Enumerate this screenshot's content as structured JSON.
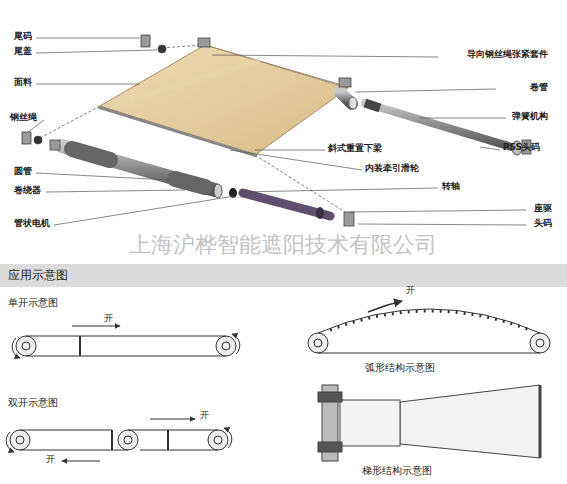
{
  "diagram": {
    "nodes": [
      {
        "text": [
          "应用示意图"
        ]
      }
    ],
    "labels": [
      "尾码",
      "尾盖",
      "面料",
      "钢丝绳",
      "圆管",
      "卷绕器",
      "管状电机",
      "导向钢丝绳张紧套件",
      "卷管",
      "弹簧机构",
      "PSS头码",
      "斜式重置下梁",
      "内装牵引滑轮",
      "转轴",
      "座驱",
      "头码",
      "上海沪桦智能遮阳技术有限公司",
      "单开示意图",
      "开",
      "双开示意图",
      "开",
      "开",
      "弧形结构示意图",
      "开",
      "梯形结构示意图"
    ]
  }
}
